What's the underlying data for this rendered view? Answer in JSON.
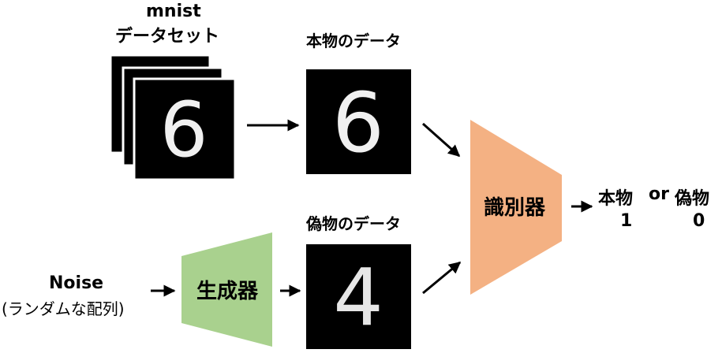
{
  "dataset": {
    "line1": "mnist",
    "line2": "データセット"
  },
  "real_data": {
    "label": "本物のデータ",
    "digit": "6"
  },
  "fake_data": {
    "label": "偽物のデータ",
    "digit": "4"
  },
  "noise": {
    "line1": "Noise",
    "line2": "(ランダムな配列)"
  },
  "generator": {
    "label": "生成器",
    "color": "#a9d18e"
  },
  "discriminator": {
    "label": "識別器",
    "color": "#f4b183"
  },
  "output": {
    "real": "本物",
    "or": "or",
    "fake": "偽物",
    "real_value": "1",
    "fake_value": "0"
  }
}
